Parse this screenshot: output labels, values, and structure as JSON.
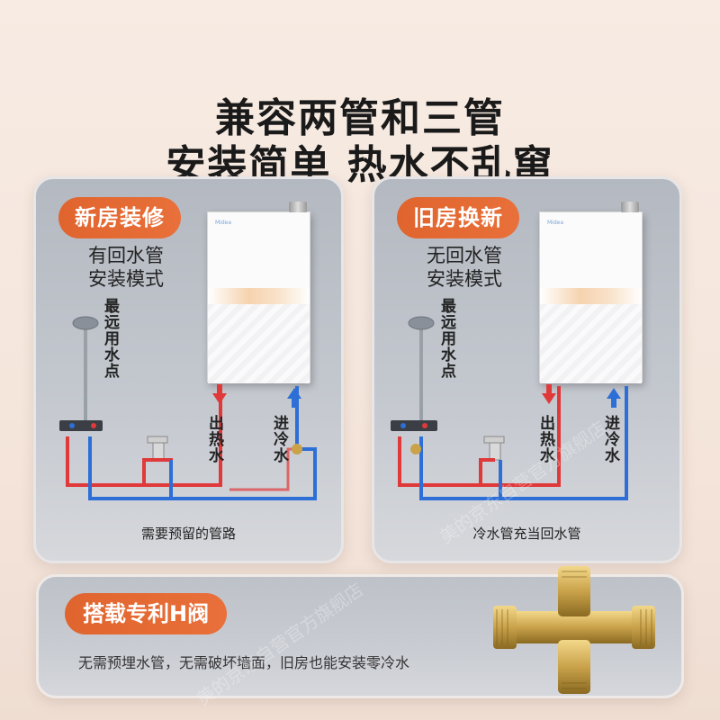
{
  "headline": {
    "line1": "兼容两管和三管",
    "line2": "安装简单  热水不乱窜"
  },
  "left_panel": {
    "tag": "新房装修",
    "mode_line1": "有回水管",
    "mode_line2": "安装模式",
    "far_point": "最远用水点",
    "hot_out": "出热水",
    "cold_in": "进冷水",
    "caption": "需要预留的管路"
  },
  "right_panel": {
    "tag": "旧房换新",
    "mode_line1": "无回水管",
    "mode_line2": "安装模式",
    "far_point": "最远用水点",
    "hot_out": "出热水",
    "cold_in": "进冷水",
    "caption": "冷水管充当回水管"
  },
  "valve": {
    "tag": "搭载专利H阀",
    "description": "无需预埋水管，无需破坏墙面，旧房也能安装零冷水"
  },
  "watermark": "美的京东自营官方旗舰店",
  "colors": {
    "accent": "#e4682f",
    "hot_pipe": "#e0393a",
    "cold_pipe": "#2d6fd6",
    "brass": "#c9a24a"
  }
}
